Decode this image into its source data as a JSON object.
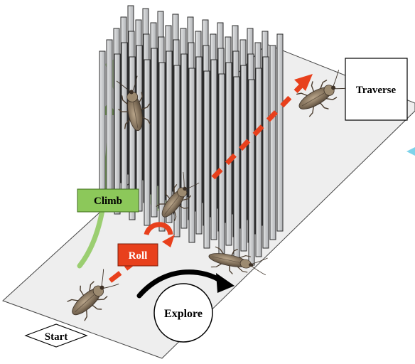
{
  "labels": {
    "start": "Start",
    "explore": "Explore",
    "roll": "Roll",
    "climb": "Climb",
    "traverse": "Traverse"
  },
  "icons": {
    "insect": "cockroach-icon",
    "pillars": "grass-pillars",
    "climb_path": "climb-arrow",
    "roll_path": "roll-arrow",
    "explore_path": "explore-arrow"
  },
  "colors": {
    "climb": "#8cc85a",
    "roll": "#e8401c",
    "explore": "#000000",
    "floor": "#eeeeee",
    "pillar": "#cfd1d3",
    "traverse_hint": "#7fd3ea"
  }
}
